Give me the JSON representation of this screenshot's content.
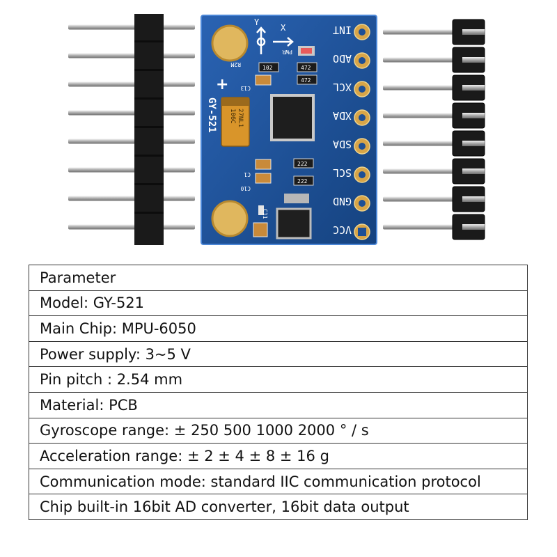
{
  "board": {
    "model_silk": "GY-521",
    "capacitor_text": [
      "106C",
      "27NL1"
    ],
    "pin_labels": [
      "INT",
      "ADO",
      "XCL",
      "XDA",
      "SDA",
      "SCL",
      "GND",
      "VCC"
    ],
    "resistor_labels": [
      "102",
      "472",
      "472",
      "222",
      "222"
    ],
    "ref_labels": [
      "R2M",
      "C13",
      "PWR",
      "C1",
      "C10",
      "C11"
    ],
    "axis_labels": [
      "X",
      "Y"
    ],
    "polarity_mark": "+"
  },
  "colors": {
    "pcb_blue": "#1d4f96",
    "pcb_edge": "#3a73c4",
    "header_black": "#1a1a1a",
    "pin_silver": "#c9c9c9",
    "pad_gold": "#d8a548",
    "capacitor_tan": "#d9952a",
    "table_border": "#333333"
  },
  "table": {
    "rows": [
      "Parameter",
      "Model: GY-521",
      "Main Chip: MPU-6050",
      "Power supply: 3~5 V",
      "Pin pitch : 2.54 mm",
      "Material: PCB",
      "Gyroscope range: ± 250 500 1000 2000 ° / s",
      "Acceleration range: ± 2 ± 4 ± 8 ± 16 g",
      "Communication mode: standard IIC communication protocol",
      "Chip built-in 16bit AD converter, 16bit data output"
    ]
  }
}
